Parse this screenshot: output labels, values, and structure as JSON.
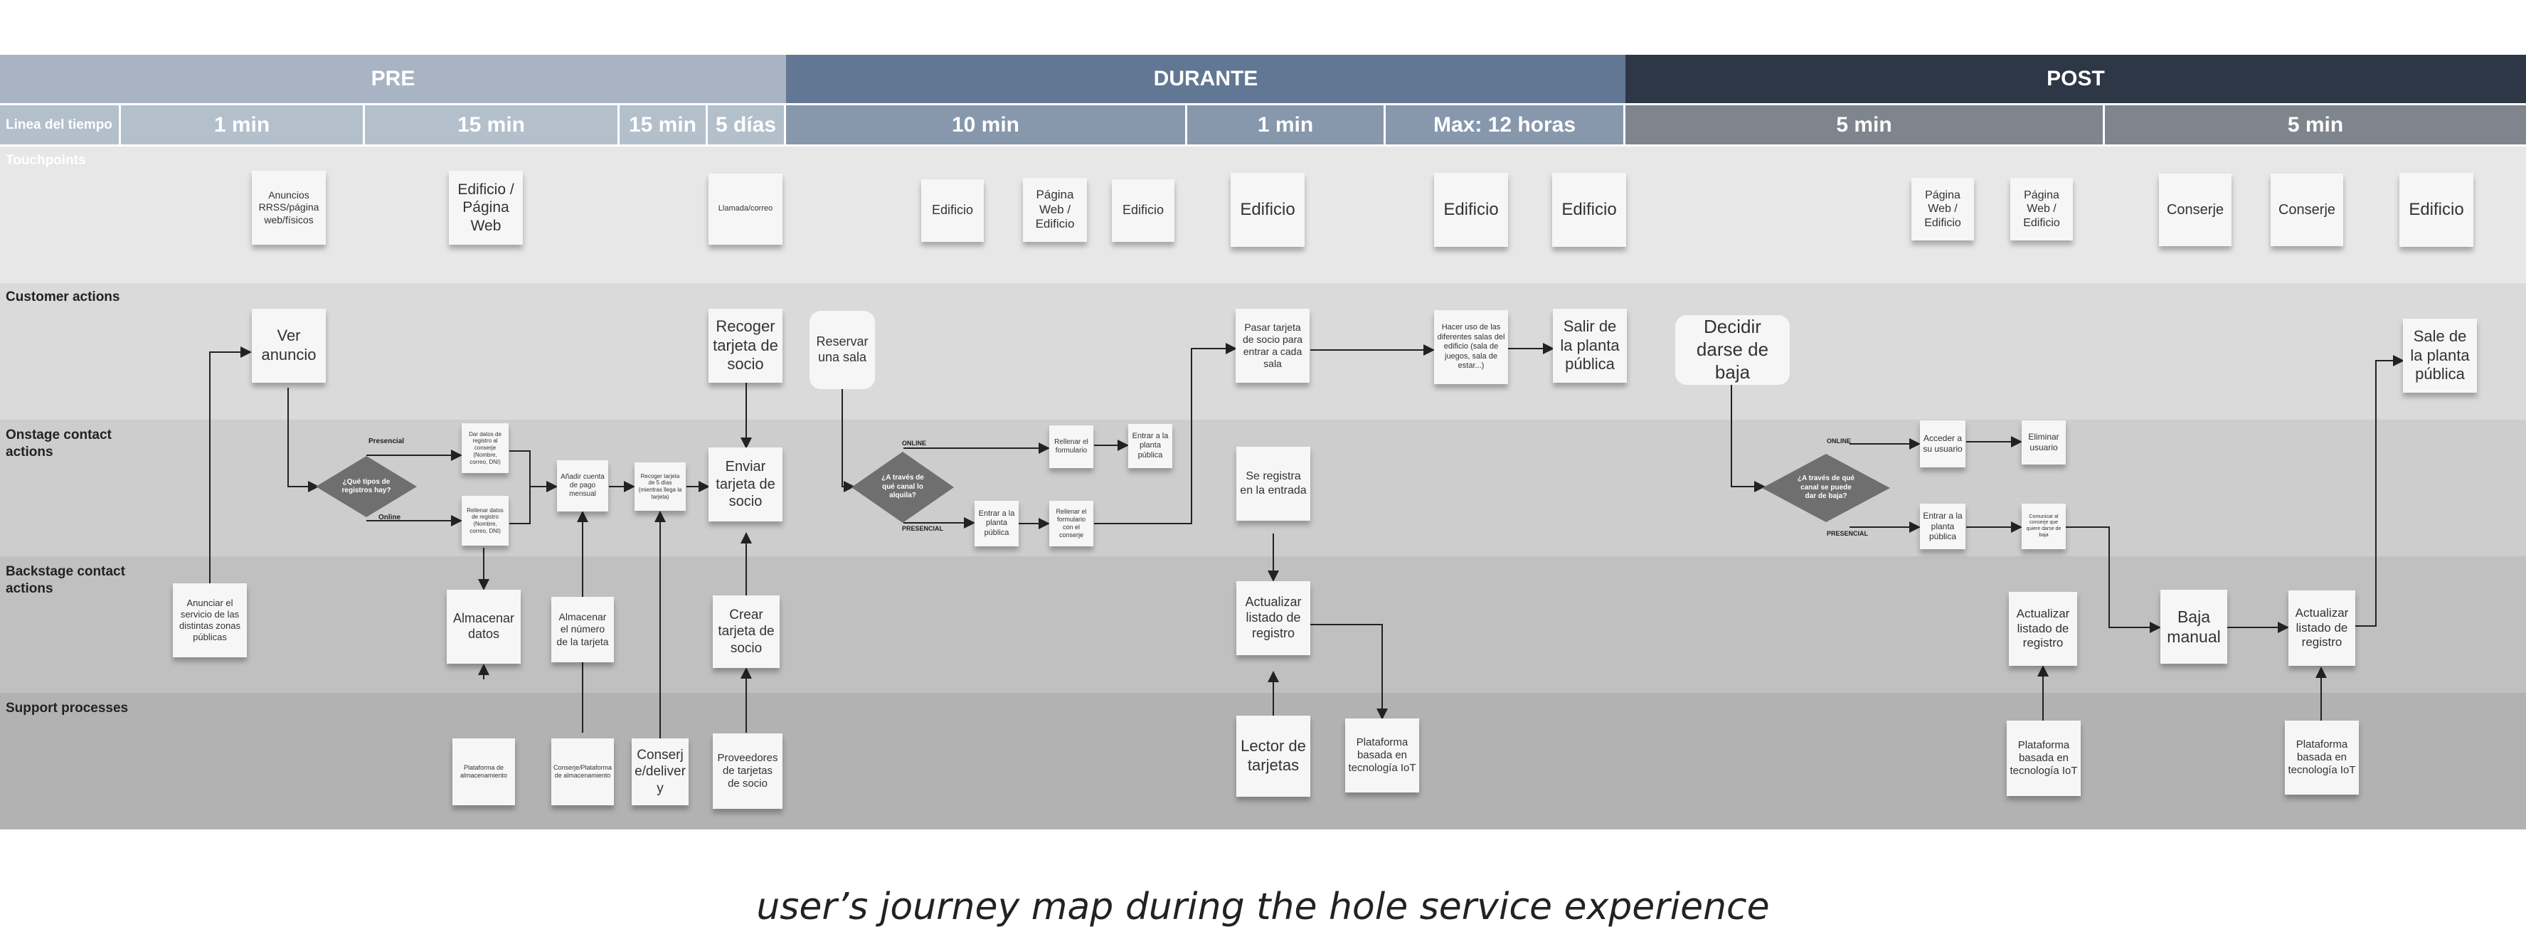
{
  "phases": [
    "PRE",
    "DURANTE",
    "POST"
  ],
  "timeline": {
    "label": "Linea del tiempo",
    "cells": [
      "1 min",
      "15 min",
      "15 min",
      "5 días",
      "10 min",
      "1 min",
      "Max: 12 horas",
      "5 min",
      "5 min"
    ]
  },
  "lanes": [
    "Touchpoints",
    "Customer actions",
    "Onstage contact actions",
    "Backstage contact actions",
    "Support processes"
  ],
  "touchpoints": [
    "Anuncios RRSS/página web/físicos",
    "Edificio / Página Web",
    "Llamada/correo",
    "Edificio",
    "Página Web / Edificio",
    "Edificio",
    "Edificio",
    "Edificio",
    "Edificio",
    "Página Web / Edificio",
    "Página Web / Edificio",
    "Conserje",
    "Conserje",
    "Edificio"
  ],
  "customer": [
    "Ver anuncio",
    "Recoger tarjeta de socio",
    "Reservar una sala",
    "Pasar tarjeta de socio para entrar a cada sala",
    "Hacer uso de las diferentes salas del edificio (sala de juegos, sala de estar...)",
    "Salir de la planta pública",
    "Decidir darse de baja",
    "Sale de la planta pública"
  ],
  "onstage": [
    "Dar datos de registro al conserje (Nombre, correo, DNI)",
    "Rellenar datos de registro (Nombre, correo, DNI)",
    "Añadir cuenta de pago mensual",
    "Recoger tarjeta de 5 días (mientras llega la tarjeta)",
    "Enviar tarjeta de socio",
    "Rellenar el formulario",
    "Entrar a la planta pública",
    "Entrar a la planta pública",
    "Rellenar el formulario con el conserje",
    "Se registra en la entrada",
    "Acceder a su usuario",
    "Eliminar usuario",
    "Entrar a la planta pública",
    "Comunicar al conserje que quiere darse de baja"
  ],
  "backstage": [
    "Anunciar el servicio de las distintas zonas públicas",
    "Almacenar datos",
    "Almacenar el número de la tarjeta",
    "Crear tarjeta de socio",
    "Actualizar listado de registro",
    "Actualizar listado de registro",
    "Baja manual",
    "Actualizar listado de registro"
  ],
  "support": [
    "Plataforma de almacenamiento",
    "Conserje/Plataforma de almacenamiento",
    "Conserj e/deliver y",
    "Proveedores de tarjetas de socio",
    "Lector de tarjetas",
    "Plataforma basada en tecnología IoT",
    "Plataforma basada en tecnología IoT",
    "Plataforma basada en tecnología IoT"
  ],
  "decisions": [
    "¿Qué tipos de registros hay?",
    "¿A través de qué canal lo alquila?",
    "¿A través de qué canal se puede dar de baja?"
  ],
  "branch_labels": [
    "Presencial",
    "Online",
    "ONLINE",
    "PRESENCIAL",
    "ONLINE",
    "PRESENCIAL"
  ],
  "caption": "user’s journey map during the hole service experience",
  "colors": {
    "pre": "#a8b4c4",
    "durante": "#627794",
    "post": "#2d3745",
    "time_pre": "#b4bfcc",
    "time_durante": "#8797ac",
    "time_post": "#7f858c"
  }
}
